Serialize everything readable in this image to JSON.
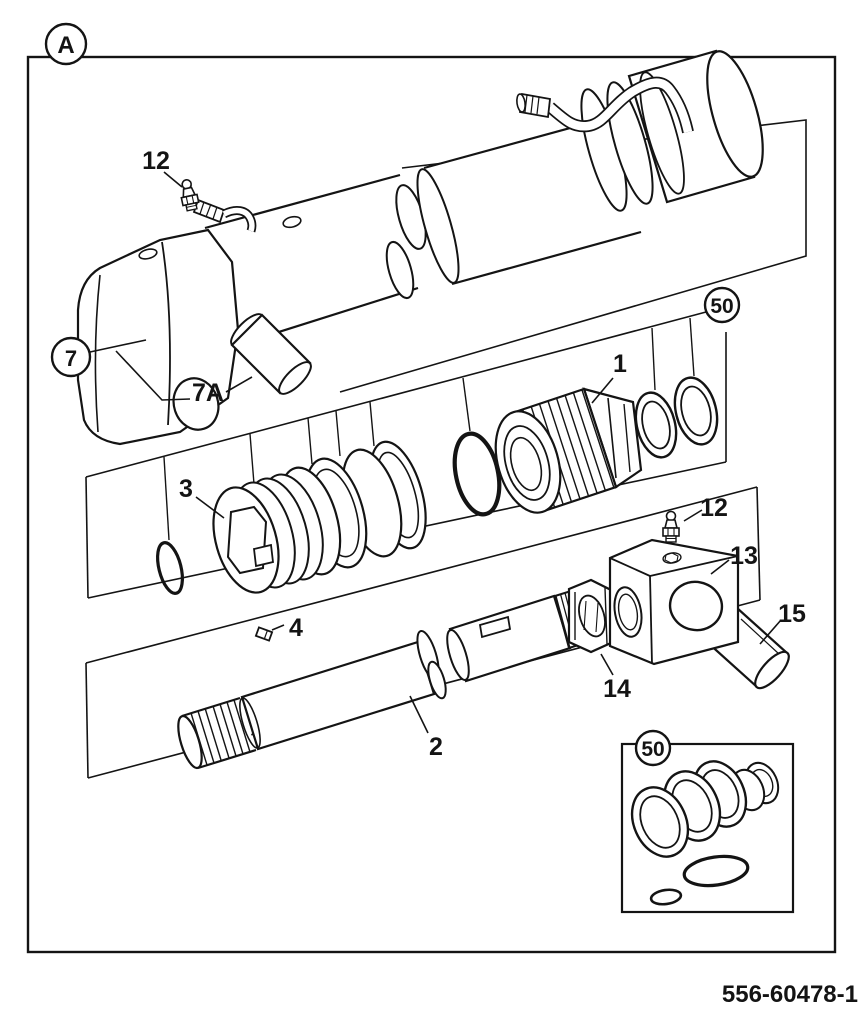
{
  "figure": {
    "view_label": "A",
    "drawing_number": "556-60478-1",
    "callouts": {
      "a": "A",
      "n1": "1",
      "n2": "2",
      "n3": "3",
      "n4": "4",
      "n7": "7",
      "n7a": "7A",
      "n12_top": "12",
      "n12_mid": "12",
      "n13": "13",
      "n14": "14",
      "n15": "15",
      "n50_top": "50",
      "n50_inset": "50"
    },
    "colors": {
      "ink": "#141414",
      "paper": "#ffffff"
    }
  }
}
